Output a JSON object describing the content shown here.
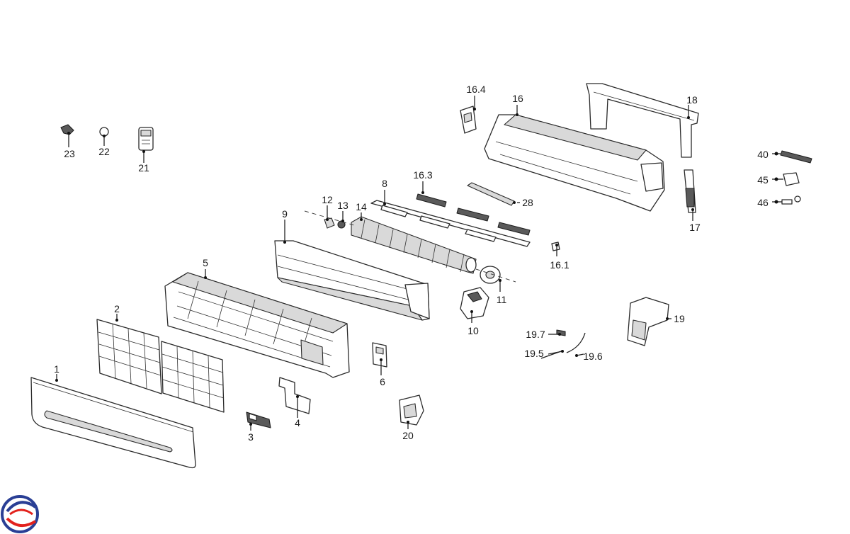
{
  "brand": {
    "logo_colors": [
      "#2a3f95",
      "#e2211c"
    ]
  },
  "callouts": [
    {
      "id": "p1",
      "text": "1"
    },
    {
      "id": "p2",
      "text": "2"
    },
    {
      "id": "p3",
      "text": "3"
    },
    {
      "id": "p4",
      "text": "4"
    },
    {
      "id": "p5",
      "text": "5"
    },
    {
      "id": "p6",
      "text": "6"
    },
    {
      "id": "p8",
      "text": "8"
    },
    {
      "id": "p9",
      "text": "9"
    },
    {
      "id": "p10",
      "text": "10"
    },
    {
      "id": "p11",
      "text": "11"
    },
    {
      "id": "p12",
      "text": "12"
    },
    {
      "id": "p13",
      "text": "13"
    },
    {
      "id": "p14",
      "text": "14"
    },
    {
      "id": "p16",
      "text": "16"
    },
    {
      "id": "p16_1",
      "text": "16.1"
    },
    {
      "id": "p16_3",
      "text": "16.3"
    },
    {
      "id": "p16_4",
      "text": "16.4"
    },
    {
      "id": "p17",
      "text": "17"
    },
    {
      "id": "p18",
      "text": "18"
    },
    {
      "id": "p19",
      "text": "19"
    },
    {
      "id": "p19_5",
      "text": "19.5"
    },
    {
      "id": "p19_6",
      "text": "19.6"
    },
    {
      "id": "p19_7",
      "text": "19.7"
    },
    {
      "id": "p20",
      "text": "20"
    },
    {
      "id": "p21",
      "text": "21"
    },
    {
      "id": "p22",
      "text": "22"
    },
    {
      "id": "p23",
      "text": "23"
    },
    {
      "id": "p28",
      "text": "28"
    },
    {
      "id": "p40",
      "text": "40"
    },
    {
      "id": "p45",
      "text": "45"
    },
    {
      "id": "p46",
      "text": "46"
    }
  ]
}
